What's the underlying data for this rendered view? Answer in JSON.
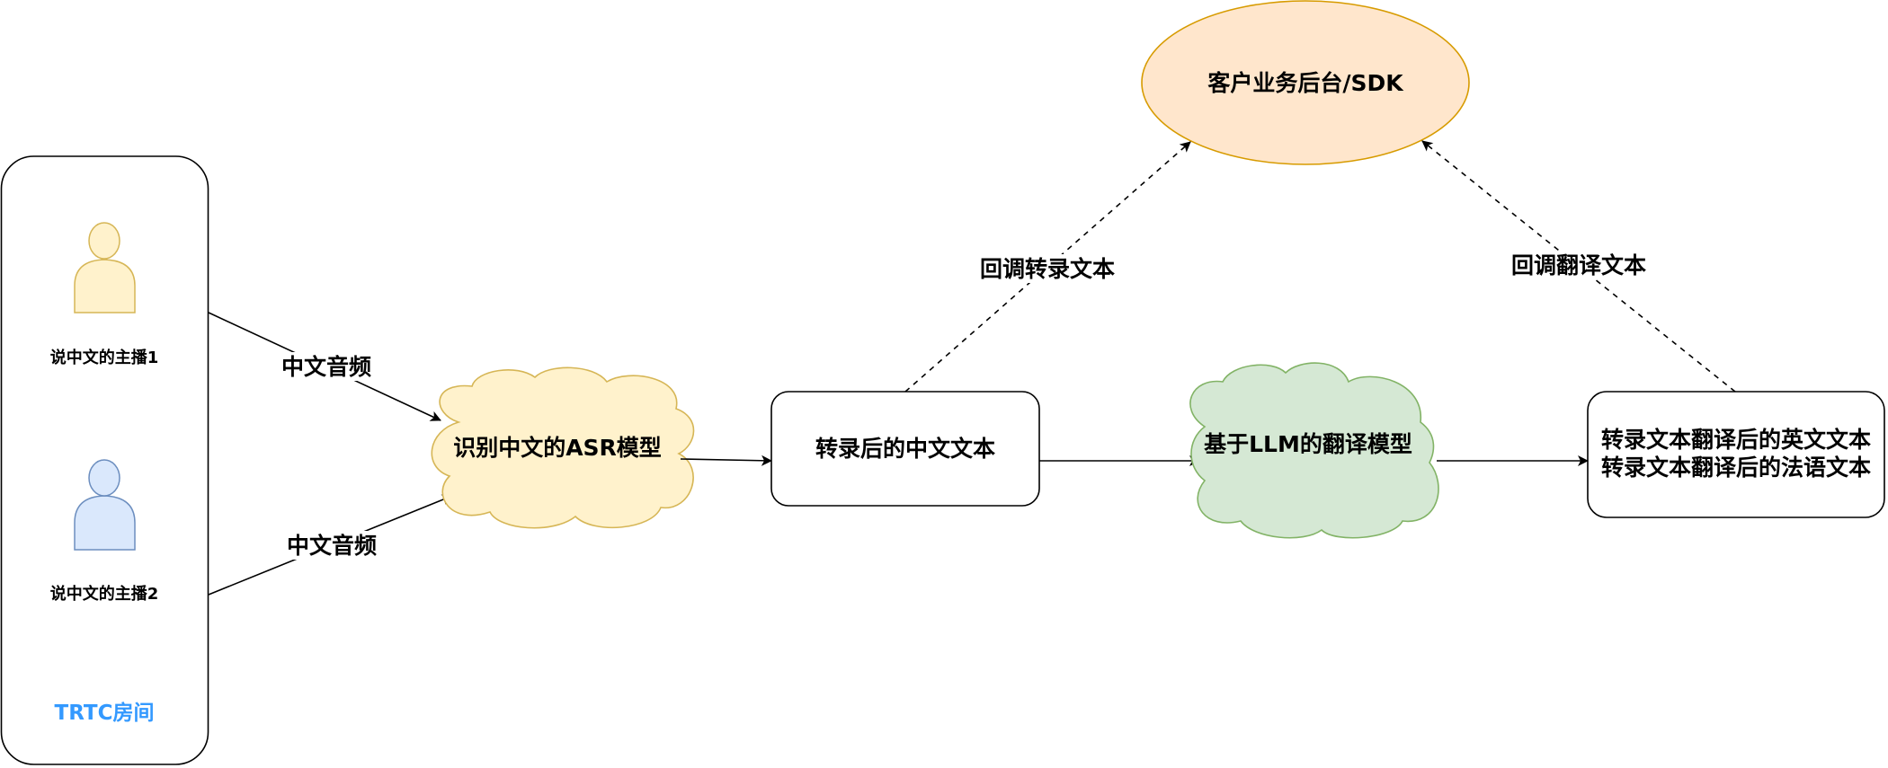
{
  "diagram": {
    "room": {
      "label": "TRTC房间",
      "label_color": "#3399ff",
      "speakers": [
        {
          "label": "说中文的主播1",
          "fill": "#fff2cc",
          "stroke": "#d6b656"
        },
        {
          "label": "说中文的主播2",
          "fill": "#dae8fc",
          "stroke": "#6c8ebf"
        }
      ]
    },
    "nodes": {
      "asr": {
        "label": "识别中文的ASR模型",
        "shape": "cloud",
        "fill": "#fff2cc",
        "stroke": "#d6b656"
      },
      "transcript": {
        "label": "转录后的中文文本",
        "shape": "rounded-rect",
        "fill": "#ffffff",
        "stroke": "#000000"
      },
      "llm": {
        "label": "基于LLM的翻译模型",
        "shape": "cloud",
        "fill": "#d5e8d4",
        "stroke": "#82b366"
      },
      "translations": {
        "lines": [
          "转录文本翻译后的英文文本",
          "转录文本翻译后的法语文本"
        ],
        "shape": "rounded-rect",
        "fill": "#ffffff",
        "stroke": "#000000"
      },
      "backend": {
        "label": "客户业务后台/SDK",
        "shape": "ellipse",
        "fill": "#ffe6cc",
        "stroke": "#d79b00"
      }
    },
    "edges": [
      {
        "from": "speaker1",
        "to": "asr",
        "label": "中文音频",
        "style": "solid"
      },
      {
        "from": "speaker2",
        "to": "asr",
        "label": "中文音频",
        "style": "solid"
      },
      {
        "from": "asr",
        "to": "transcript",
        "label": "",
        "style": "solid"
      },
      {
        "from": "transcript",
        "to": "llm",
        "label": "",
        "style": "solid"
      },
      {
        "from": "llm",
        "to": "translations",
        "label": "",
        "style": "solid"
      },
      {
        "from": "transcript",
        "to": "backend",
        "label": "回调转录文本",
        "style": "dashed"
      },
      {
        "from": "translations",
        "to": "backend",
        "label": "回调翻译文本",
        "style": "dashed"
      }
    ]
  }
}
